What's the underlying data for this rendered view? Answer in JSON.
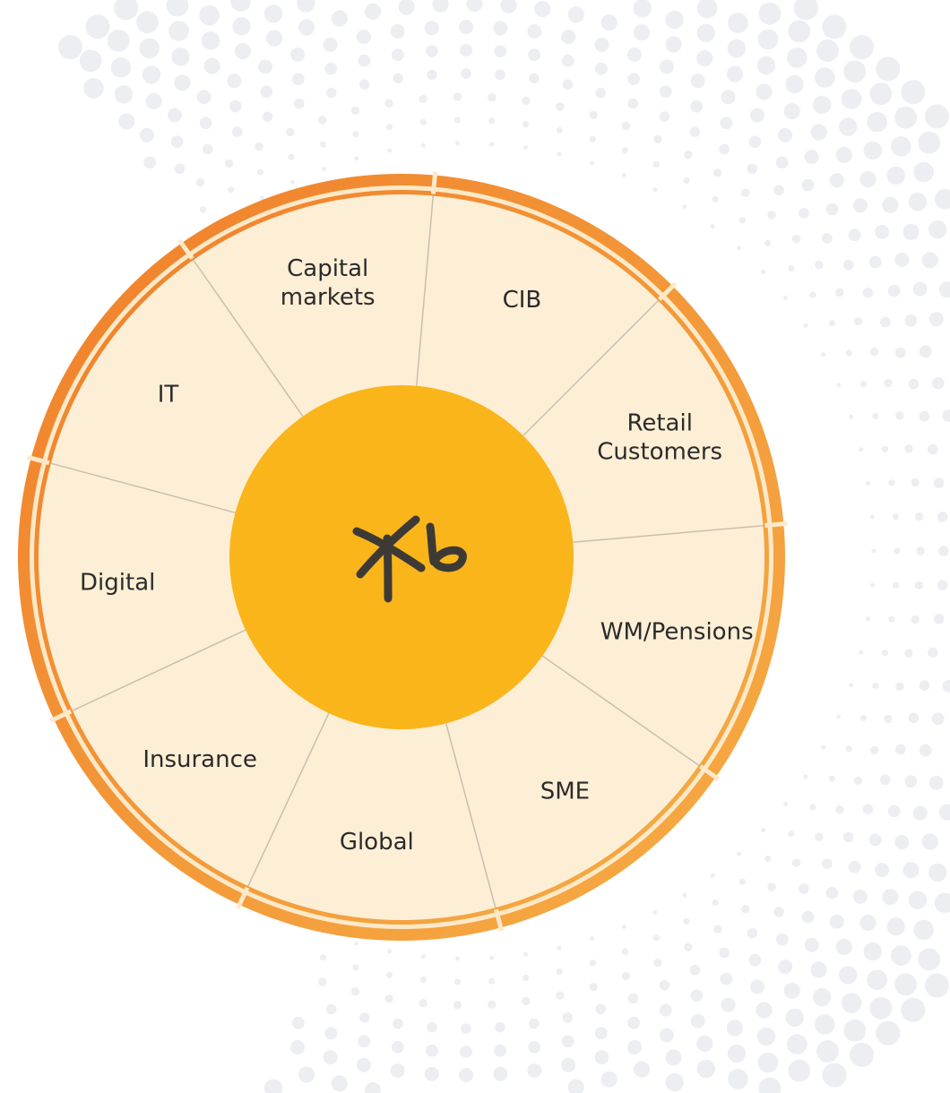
{
  "colors": {
    "segment_fill": "#fdefd6",
    "divider": "#c9bfae",
    "ring_orange": "#f39237",
    "ring_cream": "#fde9c8",
    "hub": "#fab51b",
    "logo_ink": "#3d3a36",
    "dots": "#eceef1"
  },
  "hub": {
    "logo_icon": "kb-logo-icon"
  },
  "segments": [
    {
      "id": "cib",
      "label": [
        "CIB"
      ]
    },
    {
      "id": "retail-customers",
      "label": [
        "Retail",
        "Customers"
      ]
    },
    {
      "id": "wm-pensions",
      "label": [
        "WM/Pensions"
      ]
    },
    {
      "id": "sme",
      "label": [
        "SME"
      ]
    },
    {
      "id": "global",
      "label": [
        "Global"
      ]
    },
    {
      "id": "insurance",
      "label": [
        "Insurance"
      ]
    },
    {
      "id": "digital",
      "label": [
        "Digital"
      ]
    },
    {
      "id": "it",
      "label": [
        "IT"
      ]
    },
    {
      "id": "capital-markets",
      "label": [
        "Capital",
        "markets"
      ]
    }
  ]
}
